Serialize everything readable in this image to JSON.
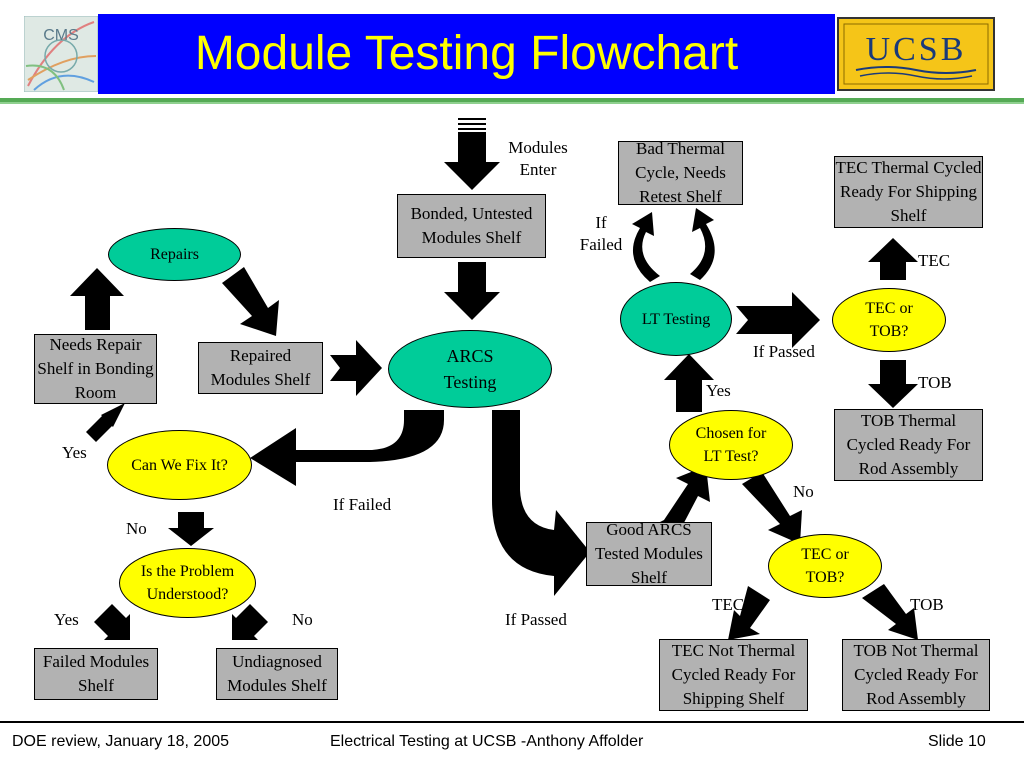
{
  "slide": {
    "title": "Module Testing Flowchart",
    "logos": {
      "left": "CMS",
      "right": "UCSB"
    }
  },
  "colors": {
    "title_bar": "#0000ff",
    "title_text": "#ffff00",
    "shelf_box": "#b2b2b2",
    "process_ellipse": "#00cc99",
    "decision_ellipse": "#ffff00",
    "rule_green": "#55aa55"
  },
  "nodes": {
    "bonded_untested": "Bonded, Untested Modules Shelf",
    "arcs_testing": "ARCS Testing",
    "repairs": "Repairs",
    "needs_repair": "Needs Repair Shelf in Bonding Room",
    "repaired_shelf": "Repaired Modules Shelf",
    "can_we_fix": "Can We Fix It?",
    "problem_understood": "Is the Problem Understood?",
    "failed_shelf": "Failed Modules Shelf",
    "undiagnosed_shelf": "Undiagnosed Modules Shelf",
    "good_arcs": "Good ARCS Tested Modules Shelf",
    "chosen_lt": "Chosen for LT Test?",
    "lt_testing": "LT Testing",
    "bad_thermal": "Bad Thermal Cycle, Needs Retest Shelf",
    "tec_or_tob_top": "TEC or TOB?",
    "tec_thermal_ready": "TEC Thermal Cycled Ready For Shipping Shelf",
    "tob_thermal_ready": "TOB Thermal Cycled Ready For Rod Assembly",
    "tec_or_tob_bottom": "TEC or TOB?",
    "tec_not_thermal": "TEC Not Thermal Cycled Ready For Shipping Shelf",
    "tob_not_thermal": "TOB Not Thermal Cycled Ready For Rod Assembly"
  },
  "labels": {
    "modules_enter": "Modules Enter",
    "if_failed_center": "If Failed",
    "if_passed_center": "If Passed",
    "yes_fix": "Yes",
    "no_fix": "No",
    "yes_understood": "Yes",
    "no_understood": "No",
    "yes_lt": "Yes",
    "no_lt": "No",
    "if_failed_lt": "If Failed",
    "if_passed_lt": "If Passed",
    "tec_top": "TEC",
    "tob_top": "TOB",
    "tec_bottom": "TEC",
    "tob_bottom": "TOB"
  },
  "footer": {
    "left": "DOE review, January 18, 2005",
    "center": "Electrical Testing at UCSB -Anthony Affolder",
    "right": "Slide 10"
  }
}
